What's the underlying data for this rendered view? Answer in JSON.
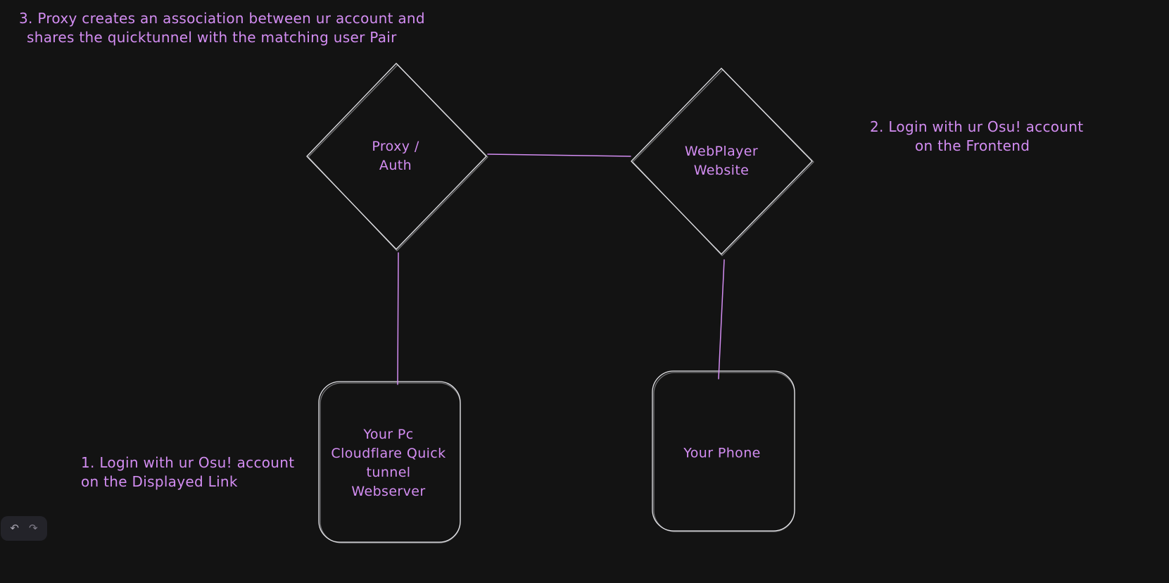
{
  "canvas": {
    "background_color": "#131313",
    "shape_stroke_color": "#e6e6ea",
    "accent_color": "#d38df2",
    "theme": "dark"
  },
  "notes": {
    "note1": {
      "lines": [
        "1. Login with ur Osu! account",
        "on the Displayed Link"
      ]
    },
    "note2": {
      "lines": [
        "2. Login with ur Osu! account",
        "on the Frontend"
      ]
    },
    "note3": {
      "lines": [
        "3. Proxy creates an association between ur account and",
        "shares the quicktunnel with the matching user Pair"
      ]
    }
  },
  "nodes": {
    "proxy_auth": {
      "shape": "diamond",
      "label": "Proxy /\nAuth"
    },
    "webplayer": {
      "shape": "diamond",
      "label": "WebPlayer\nWebsite"
    },
    "pc_tunnel": {
      "shape": "rounded-rectangle",
      "label": "Your Pc\nCloudflare Quick\ntunnel\nWebserver"
    },
    "phone": {
      "shape": "rounded-rectangle",
      "label": "Your Phone"
    }
  },
  "connectors": [
    {
      "from": "proxy_auth",
      "to": "webplayer"
    },
    {
      "from": "proxy_auth",
      "to": "pc_tunnel"
    },
    {
      "from": "webplayer",
      "to": "phone"
    }
  ],
  "toolbar": {
    "undo_icon": "↶",
    "redo_icon": "↷"
  }
}
